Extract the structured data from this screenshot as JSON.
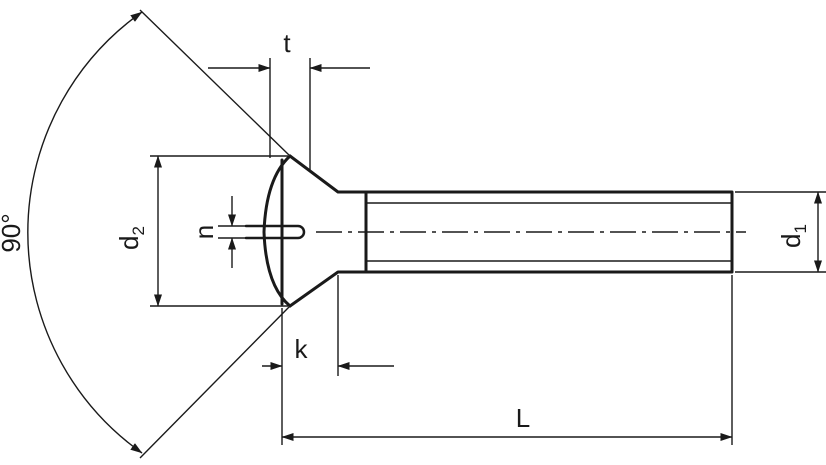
{
  "labels": {
    "angle": "90°",
    "t": "t",
    "d2": "d",
    "d2_sub": "2",
    "n": "n",
    "k": "k",
    "d1": "d",
    "d1_sub": "1",
    "L": "L"
  },
  "colors": {
    "line": "#1a1a1a",
    "background": "#ffffff"
  }
}
